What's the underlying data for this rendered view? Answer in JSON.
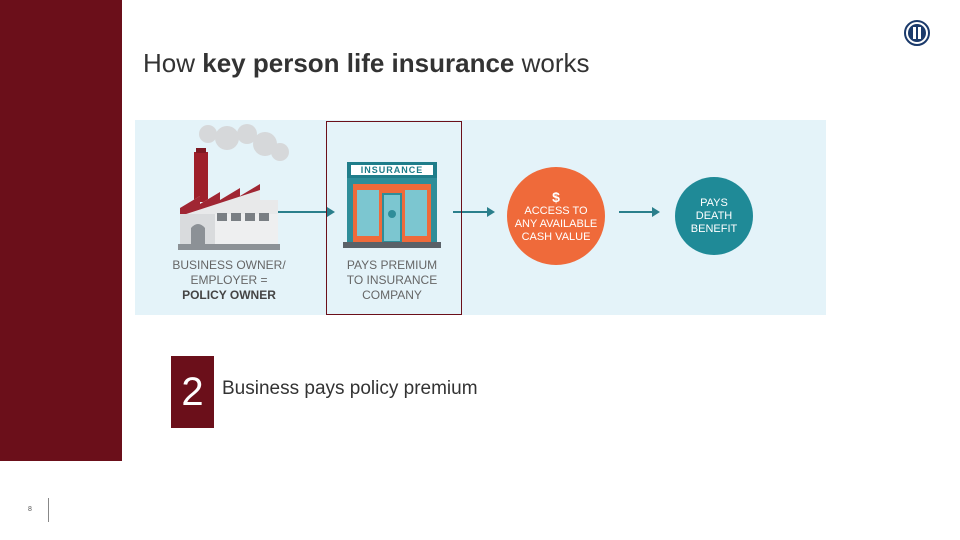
{
  "slide": {
    "title_prefix": "How ",
    "title_bold": "key person life insurance",
    "title_suffix": " works",
    "page_number": "8"
  },
  "diagram": {
    "store_sign": "INSURANCE",
    "owner_label_line1": "BUSINESS OWNER/",
    "owner_label_line2": "EMPLOYER =",
    "owner_label_bold": "POLICY OWNER",
    "premium_label_line1": "PAYS PREMIUM",
    "premium_label_line2": "TO INSURANCE",
    "premium_label_line3": "COMPANY",
    "cash_symbol": "$",
    "cash_line1": "ACCESS TO",
    "cash_line2": "ANY AVAILABLE",
    "cash_line3": "CASH VALUE",
    "death_line1": "PAYS",
    "death_line2": "DEATH",
    "death_line3": "BENEFIT",
    "colors": {
      "background": "#e4f3f9",
      "arrow": "#2a7f8c",
      "cash_circle": "#ef6a3a",
      "death_circle": "#1f8a97",
      "accent": "#6b0f1a"
    }
  },
  "step": {
    "number": "2",
    "text": "Business pays policy premium"
  },
  "icons": [
    "factory-icon",
    "insurance-store-icon",
    "arrow-right-icon",
    "logo-icon"
  ]
}
